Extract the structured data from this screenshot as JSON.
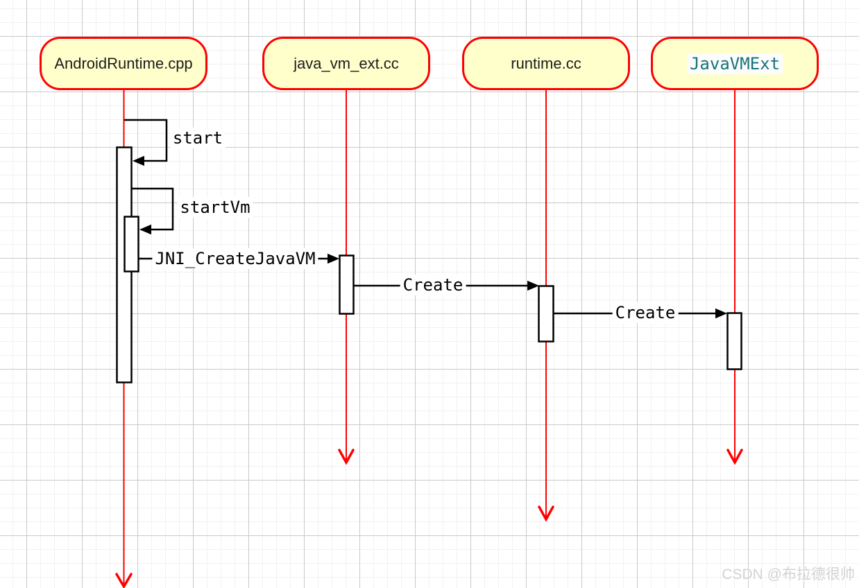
{
  "diagram": {
    "type": "uml-sequence",
    "actors": [
      {
        "label": "AndroidRuntime.cpp"
      },
      {
        "label": "java_vm_ext.cc"
      },
      {
        "label": "runtime.cc"
      },
      {
        "label": "JavaVMExt",
        "style": "code-highlight"
      }
    ],
    "messages": [
      {
        "label": "start",
        "from": "AndroidRuntime.cpp",
        "to": "AndroidRuntime.cpp",
        "kind": "self-call"
      },
      {
        "label": "startVm",
        "from": "AndroidRuntime.cpp",
        "to": "AndroidRuntime.cpp",
        "kind": "self-call"
      },
      {
        "label": "JNI_CreateJavaVM",
        "from": "AndroidRuntime.cpp",
        "to": "java_vm_ext.cc",
        "kind": "call"
      },
      {
        "label": "Create",
        "from": "java_vm_ext.cc",
        "to": "runtime.cc",
        "kind": "call"
      },
      {
        "label": "Create",
        "from": "runtime.cc",
        "to": "JavaVMExt",
        "kind": "call"
      }
    ],
    "colors": {
      "actor_fill": "#FFFFCC",
      "actor_border": "#FE0000",
      "lifeline": "#FE0000",
      "message_line": "#000000",
      "activation_fill": "#FFFFFF",
      "code_text": "#16737A",
      "grid_major": "#C9C9C9",
      "grid_minor": "#F1F1F1"
    },
    "watermark": "CSDN @布拉德很帅"
  }
}
